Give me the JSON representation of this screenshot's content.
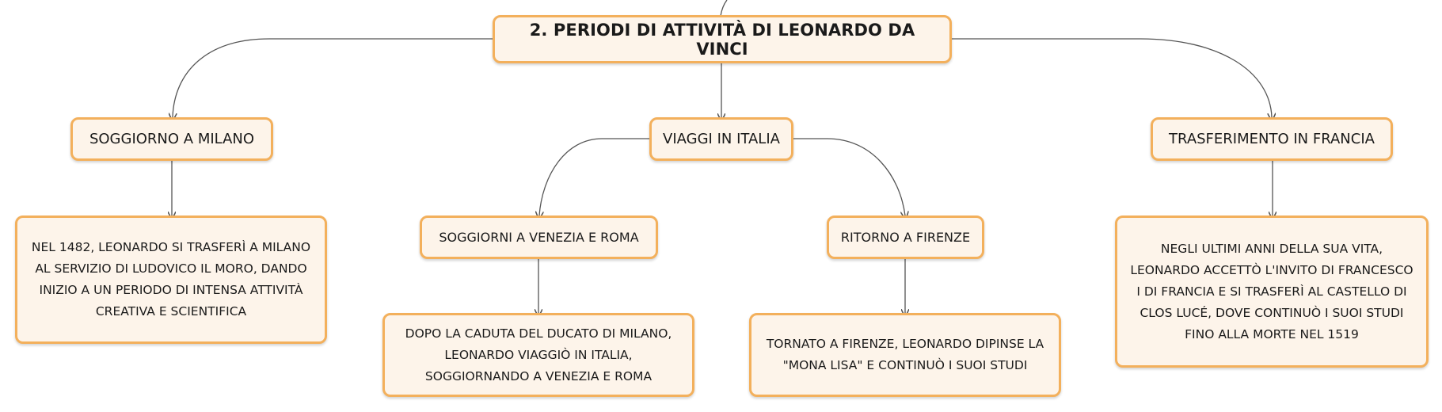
{
  "diagram": {
    "root": {
      "label": "2. PERIODI DI ATTIVITÀ DI LEONARDO DA VINCI"
    },
    "milano": {
      "label": "SOGGIORNO A MILANO",
      "detail": "NEL 1482, LEONARDO SI TRASFERÌ A MILANO AL SERVIZIO DI LUDOVICO IL MORO, DANDO INIZIO A UN PERIODO DI INTENSA ATTIVITÀ CREATIVA E SCIENTIFICA"
    },
    "viaggi": {
      "label": "VIAGGI IN ITALIA",
      "venezia": {
        "label": "SOGGIORNI A VENEZIA E ROMA",
        "detail": "DOPO LA CADUTA DEL DUCATO DI MILANO, LEONARDO VIAGGIÒ IN ITALIA, SOGGIORNANDO A VENEZIA E ROMA"
      },
      "firenze": {
        "label": "RITORNO A FIRENZE",
        "detail": "TORNATO A FIRENZE, LEONARDO DIPINSE LA \"MONA LISA\" E CONTINUÒ I SUOI STUDI"
      }
    },
    "francia": {
      "label": "TRASFERIMENTO IN FRANCIA",
      "detail": "NEGLI ULTIMI ANNI DELLA SUA VITA, LEONARDO ACCETTÒ L'INVITO DI FRANCESCO I DI FRANCIA E SI TRASFERÌ AL CASTELLO DI CLOS LUCÉ, DOVE CONTINUÒ I SUOI STUDI FINO ALLA MORTE NEL 1519"
    }
  },
  "colors": {
    "node_fill": "#fdf4ea",
    "node_border": "#f3b05c",
    "connector": "#555555"
  }
}
